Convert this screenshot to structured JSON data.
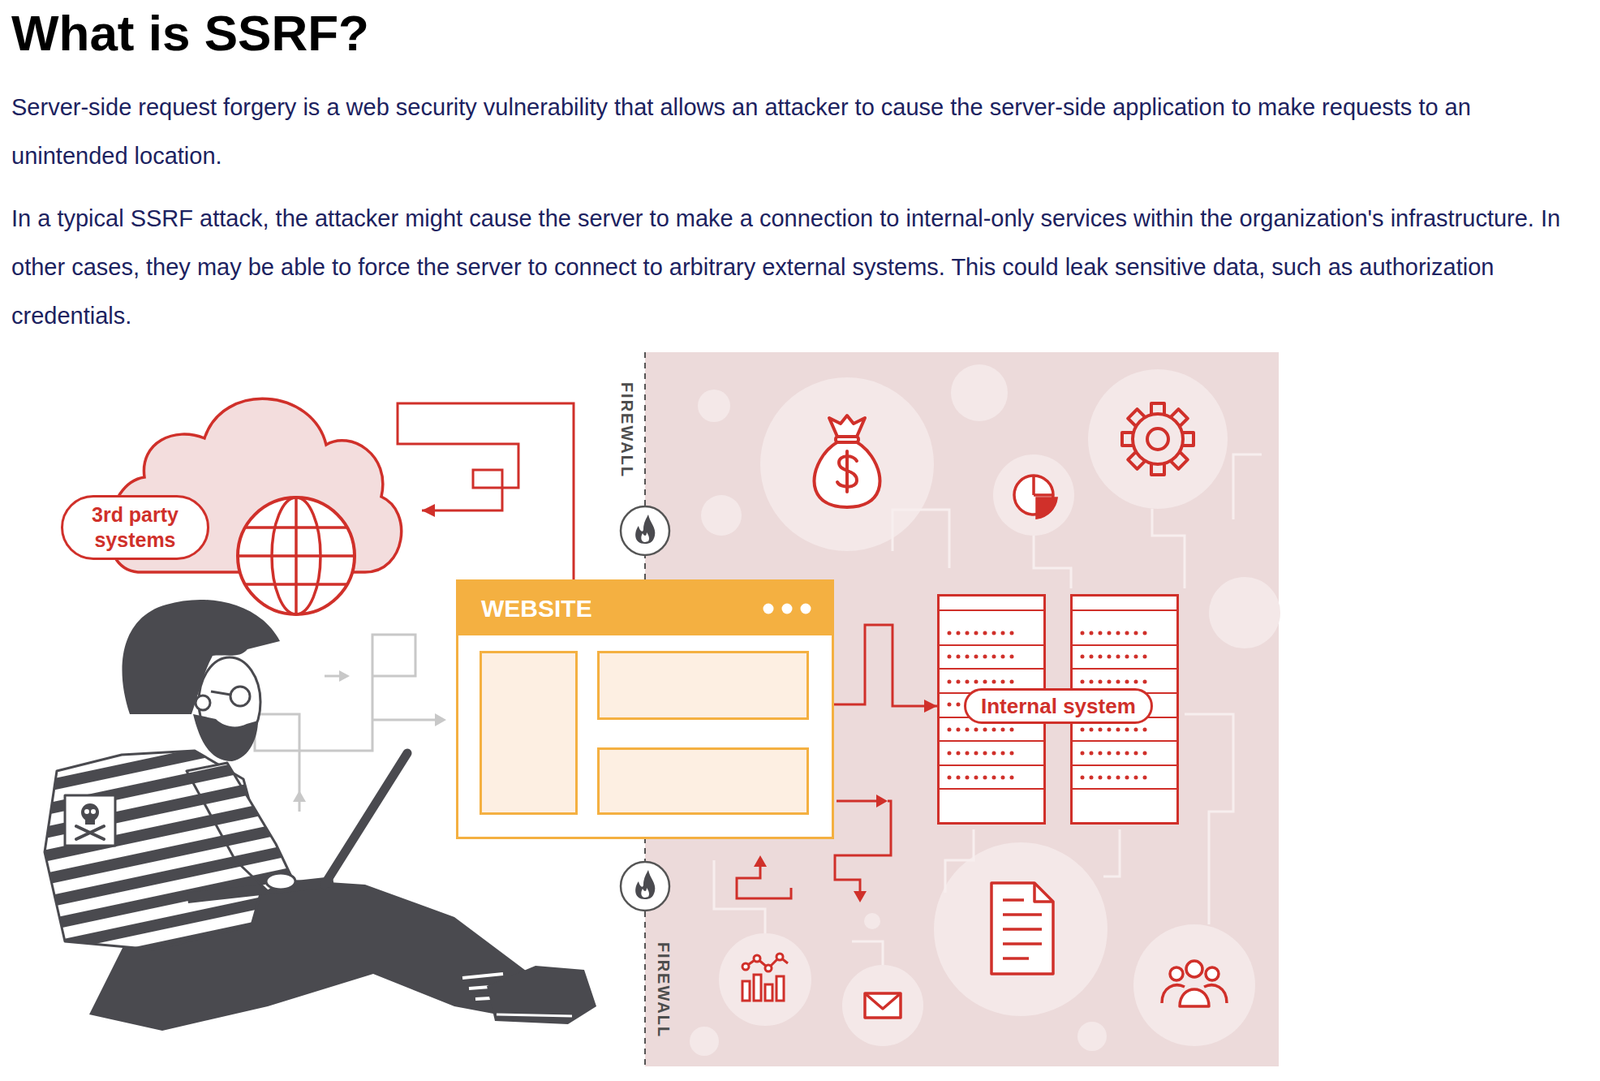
{
  "diagram": {
    "title": "What is SSRF?",
    "nodes": [
      {
        "text": [
          "3rd party systems"
        ]
      },
      {
        "text": [
          "WEBSITE"
        ]
      },
      {
        "text": [
          "Internal system"
        ]
      }
    ],
    "edges": [
      {
        "from": 1,
        "to": 0,
        "arrow": "to"
      },
      {
        "from": 1,
        "to": 2,
        "arrow": "to"
      }
    ],
    "labels": [
      "Server-side request forgery is a web security vulnerability that allows an attacker to cause the server-side application to make requests to an unintended location.",
      "In a typical SSRF attack, the attacker might cause the server to make a connection to internal-only services within the organization's infrastructure. In other cases, they may be able to force the server to connect to arbitrary external systems. This could leak sensitive data, such as authorization credentials.",
      "FIREWALL",
      "FIREWALL"
    ]
  }
}
